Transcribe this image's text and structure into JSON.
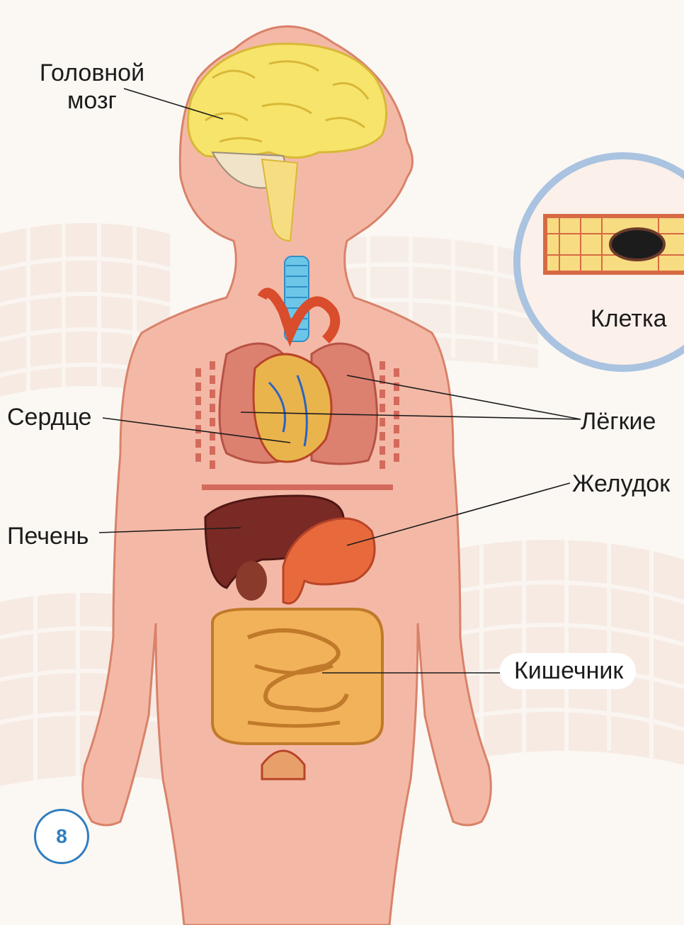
{
  "labels": {
    "brain": "Головной мозг",
    "heart": "Сердце",
    "lungs": "Лёгкие",
    "stomach": "Желудок",
    "liver": "Печень",
    "intestine": "Кишечник",
    "cell": "Клетка"
  },
  "page_number": "8",
  "colors": {
    "body": "#f4b9a6",
    "body_outline": "#d9826a",
    "brain": "#f7e46a",
    "lungs": "#dc8070",
    "heart": "#d94c2c",
    "liver": "#7a2a24",
    "stomach": "#e86a3c",
    "intestine": "#f2b25a",
    "trachea": "#6cc6e8",
    "accent_circle": "#a9c3e0",
    "badge": "#2e7dc1",
    "leader_line": "#1c1c1c"
  },
  "icons": {
    "cell": "muscle-cell-illustration",
    "figure": "child-anatomy-illustration"
  }
}
